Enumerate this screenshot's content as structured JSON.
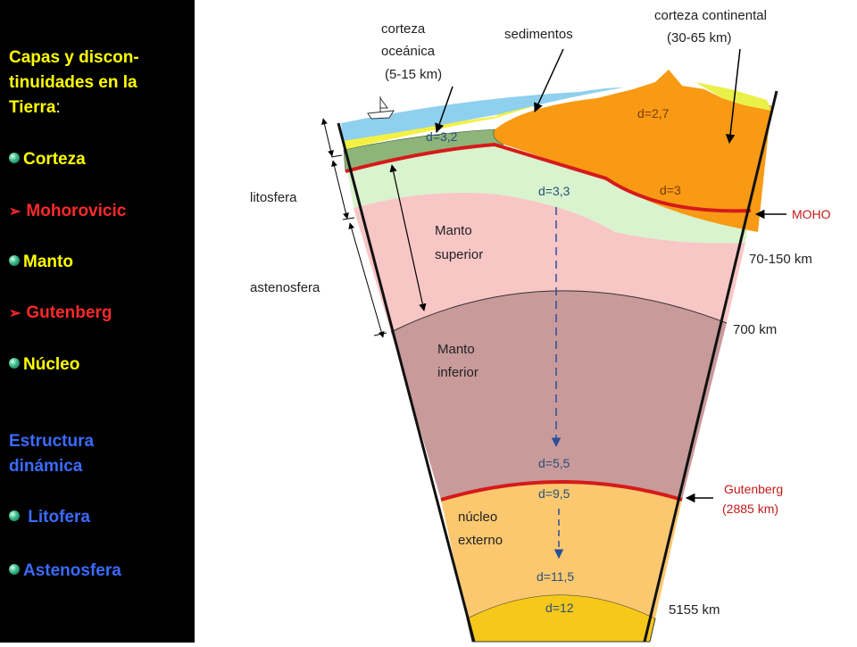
{
  "sidebar": {
    "title_line1": "Capas y discon-",
    "title_line2": "tinuidades en la",
    "title_line3": "Tierra",
    "title_colon": ":",
    "items": [
      {
        "label": "Corteza",
        "marker": "globe-bullet-icon",
        "color": "#ffff00"
      },
      {
        "label": "Mohorovicic",
        "marker": "arrow-bullet-icon",
        "color": "#ff2a2a"
      },
      {
        "label": "Manto",
        "marker": "globe-bullet-icon",
        "color": "#ffff00"
      },
      {
        "label": "Gutenberg",
        "marker": "arrow-bullet-icon",
        "color": "#ff2a2a"
      },
      {
        "label": "Núcleo",
        "marker": "globe-bullet-icon",
        "color": "#ffff00"
      }
    ],
    "section2_line1": "Estructura",
    "section2_line2": "dinámica",
    "items2": [
      {
        "label": "Litofera",
        "marker": "globe-bullet-icon",
        "color": "#3a6bff"
      },
      {
        "label": "Astenosfera",
        "marker": "globe-bullet-icon",
        "color": "#3a6bff"
      }
    ]
  },
  "diagram": {
    "labels": {
      "oceanic_crust_l1": "corteza",
      "oceanic_crust_l2": "oceánica",
      "oceanic_crust_l3": "(5-15 km)",
      "sediments": "sedimentos",
      "continental_crust_l1": "corteza continental",
      "continental_crust_l2": "(30-65 km)",
      "d_oceanic": "d=3,2",
      "d_continental_top": "d=2,7",
      "d_continental_low": "d=3",
      "d_upper_mantle": "d=3,3",
      "moho": "MOHO",
      "depth_150": "70-150 km",
      "lithosphere": "litosfera",
      "asthenosphere": "astenosfera",
      "upper_mantle_l1": "Manto",
      "upper_mantle_l2": "superior",
      "depth_700": "700 km",
      "lower_mantle_l1": "Manto",
      "lower_mantle_l2": "inferior",
      "d_lower_mantle": "d=5,5",
      "d_outer_core_top": "d=9,5",
      "gutenberg_l1": "Gutenberg",
      "gutenberg_l2": "(2885 km)",
      "outer_core_l1": "núcleo",
      "outer_core_l2": "externo",
      "d_outer_core_low": "d=11,5",
      "d_inner_core": "d=12",
      "depth_5155": "5155 km"
    }
  }
}
